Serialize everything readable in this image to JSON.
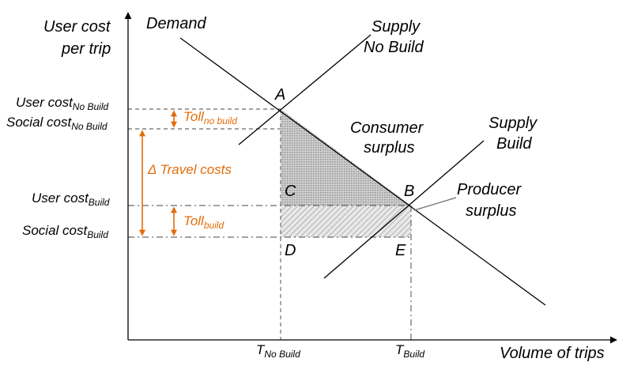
{
  "axes": {
    "y_title_line1": "User cost",
    "y_title_line2": "per trip",
    "x_title": "Volume of trips"
  },
  "curves": {
    "demand": "Demand",
    "supply_no_build_line1": "Supply",
    "supply_no_build_line2": "No Build",
    "supply_build_line1": "Supply",
    "supply_build_line2": "Build"
  },
  "y_labels": {
    "user_cost_no_build": {
      "base": "User cost",
      "sub": "No Build"
    },
    "social_cost_no_build": {
      "base": "Social cost",
      "sub": "No Build"
    },
    "user_cost_build": {
      "base": "User cost",
      "sub": "Build"
    },
    "social_cost_build": {
      "base": "Social cost",
      "sub": "Build"
    }
  },
  "x_labels": {
    "t_no_build": {
      "base": "T",
      "sub": "No Build"
    },
    "t_build": {
      "base": "T",
      "sub": "Build"
    }
  },
  "points": {
    "a": "A",
    "b": "B",
    "c": "C",
    "d": "D",
    "e": "E"
  },
  "regions": {
    "consumer_line1": "Consumer",
    "consumer_line2": "surplus",
    "producer_line1": "Producer",
    "producer_line2": "surplus"
  },
  "annotations": {
    "toll_no_build": {
      "base": "Toll",
      "sub": "no build"
    },
    "delta_travel_costs": "Δ Travel costs",
    "toll_build": {
      "base": "Toll",
      "sub": "build"
    }
  },
  "colors": {
    "annotation": "#E36C0A",
    "guide_lines": "#6b6b6b",
    "consumer_fill": "#a6a6a6",
    "producer_hatch": "#9a9a9a"
  }
}
